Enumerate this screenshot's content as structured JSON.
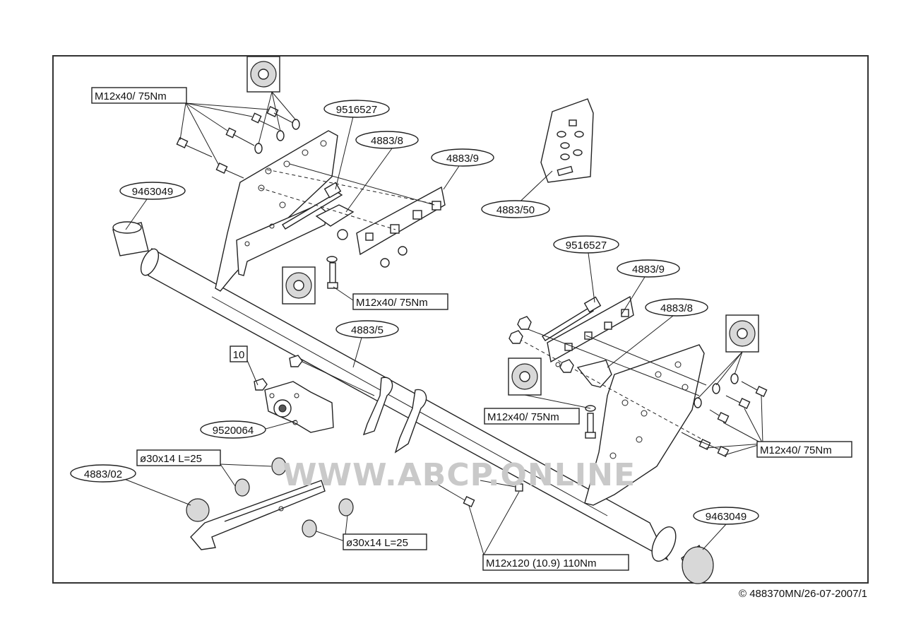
{
  "labels": {
    "bolt_top_left": "M12x40/ 75Nm",
    "bracket_top": "9516527",
    "plate_488308_top": "4883/8",
    "plate_488309_top": "4883/9",
    "bolt_set": "4883/50",
    "end_cap_left": "9463049",
    "bolt_mid_left": "M12x40/ 75Nm",
    "tube": "4883/5",
    "nut_count": "10",
    "socket_plate": "9520064",
    "spacer_top": "ø30x14 L=25",
    "ball_neck": "4883/02",
    "spacer_bottom": "ø30x14 L=25",
    "bolt_long": "M12x120 (10.9) 110Nm",
    "end_cap_right": "9463049",
    "bracket_right": "9516527",
    "plate_488309_right": "4883/9",
    "plate_488308_right": "4883/8",
    "bolt_mid_right": "M12x40/ 75Nm",
    "bolt_right": "M12x40/ 75Nm"
  },
  "watermark": "WWW.ABCP.ONLINE",
  "copyright": "© 488370MN/26-07-2007/1"
}
